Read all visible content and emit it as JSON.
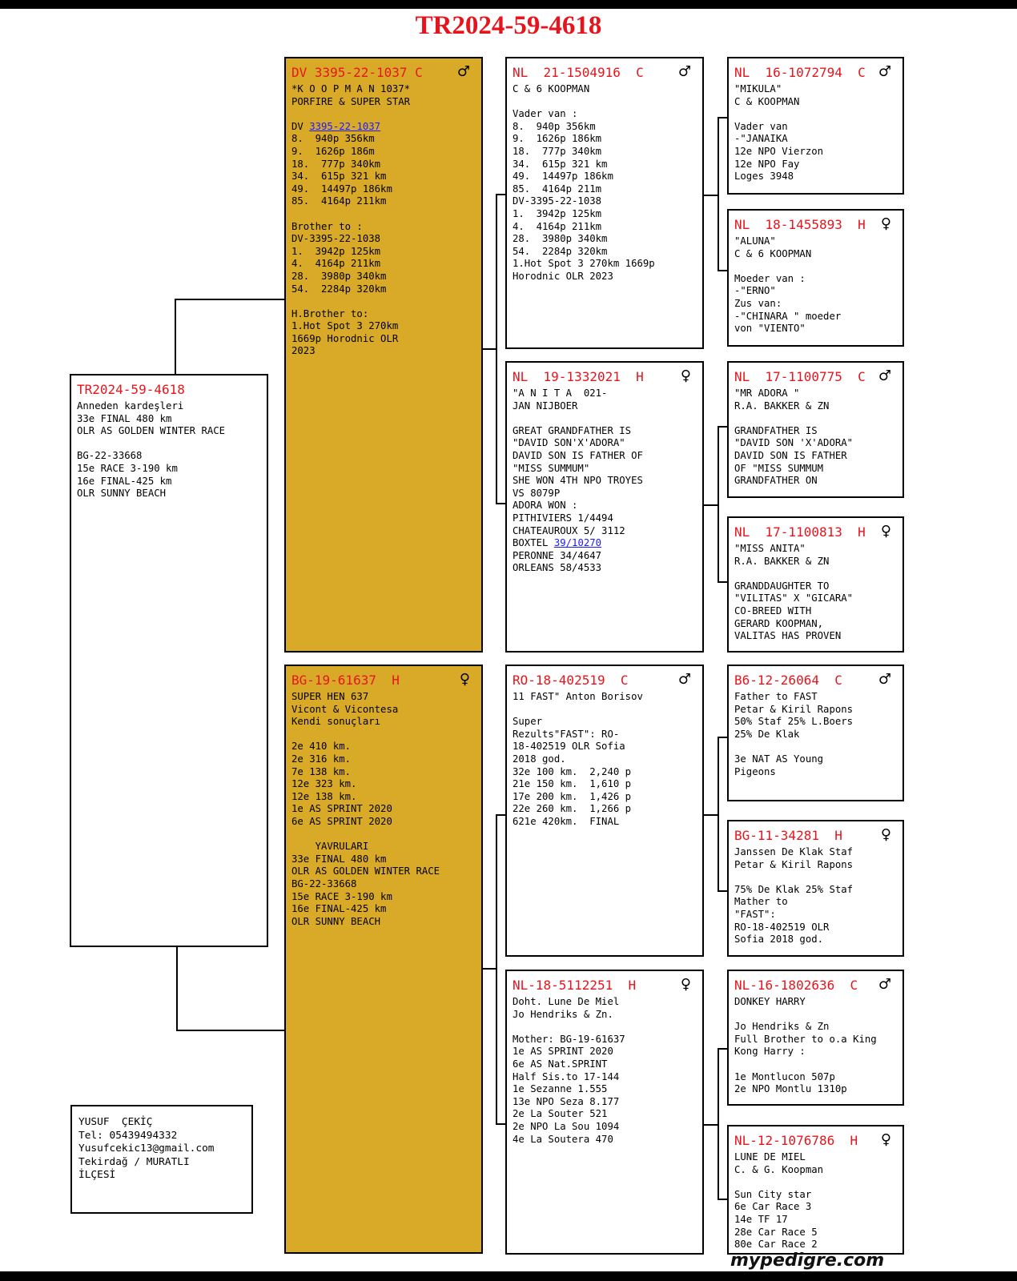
{
  "page_title": "TR2024-59-4618",
  "footer": "mypedigre.com",
  "colors": {
    "id_red": "#e8141c",
    "gold": "#d9aa27",
    "link_blue": "#1a1aff"
  },
  "subject": {
    "id": "TR2024-59-4618",
    "lines": [
      "Anneden kardeşleri",
      "33e FINAL 480 km",
      "OLR AS GOLDEN WINTER RACE",
      "",
      "BG-22-33668",
      "15e RACE 3-190 km",
      "16e FINAL-425 km",
      "OLR SUNNY BEACH"
    ]
  },
  "contact": {
    "lines": [
      "YUSUF  ÇEKİÇ",
      "Tel: 05439494332",
      "Yusufcekic13@gmail.com",
      "Tekirdağ / MURATLI",
      "İLÇESİ"
    ]
  },
  "sire": {
    "id": "DV 3395-22-1037 C",
    "sex": "♂",
    "lines": [
      "*K O O P M A N 1037*",
      "PORFIRE & SUPER STAR",
      "",
      "DV 3395-22-1037",
      "8.  940p 356km",
      "9.  1626p 186m",
      "18.  777p 340km",
      "34.  615p 321 km",
      "49.  14497p 186km",
      "85.  4164p 211km",
      "",
      "Brother to :",
      "DV-3395-22-1038",
      "1.  3942p 125km",
      "4.  4164p 211km",
      "28.  3980p 340km",
      "54.  2284p 320km",
      "",
      "H.Brother to:",
      "1.Hot Spot 3 270km",
      "1669p Horodnic OLR",
      "2023"
    ]
  },
  "dam": {
    "id": "BG-19-61637  H",
    "sex": "♀",
    "lines": [
      "SUPER HEN 637",
      "Vicont & Vicontesa",
      "Kendi sonuçları",
      "",
      "2e 410 km.",
      "2e 316 km.",
      "7e 138 km.",
      "12e 323 km.",
      "12e 138 km.",
      "1e AS SPRINT 2020",
      "6e AS SPRINT 2020",
      "",
      "    YAVRULARI",
      "33e FINAL 480 km",
      "OLR AS GOLDEN WINTER RACE",
      "BG-22-33668",
      "15e RACE 3-190 km",
      "16e FINAL-425 km",
      "OLR SUNNY BEACH"
    ]
  },
  "ss": {
    "id": "NL  21-1504916  C",
    "sex": "♂",
    "lines": [
      "C & 6 KOOPMAN",
      "",
      "Vader van :",
      "8.  940p 356km",
      "9.  1626p 186km",
      "18.  777p 340km",
      "34.  615p 321 km",
      "49.  14497p 186km",
      "85.  4164p 211m",
      "DV-3395-22-1038",
      "1.  3942p 125km",
      "4.  4164p 211km",
      "28.  3980p 340km",
      "54.  2284p 320km",
      "1.Hot Spot 3 270km 1669p",
      "Horodnic OLR 2023"
    ]
  },
  "sd": {
    "id": "NL  19-1332021  H",
    "sex": "♀",
    "lines": [
      "\"A N I T A  021-",
      "JAN NIJBOER",
      "",
      "GREAT GRANDFATHER IS",
      "\"DAVID SON'X'ADORA\"",
      "DAVID SON IS FATHER OF",
      "\"MISS SUMMUM\"",
      "SHE WON 4TH NPO TROYES",
      "VS 8079P",
      "ADORA WON :",
      "PITHIVIERS 1/4494",
      "CHATEAUROUX 5/ 3112",
      "BOXTEL 39/10270",
      "PERONNE 34/4647",
      "ORLEANS 58/4533"
    ]
  },
  "ds": {
    "id": "RO-18-402519  C",
    "sex": "♂",
    "lines": [
      "11 FAST\" Anton Borisov",
      "",
      "Super",
      "Rezults\"FAST\": RO-",
      "18-402519 OLR Sofia",
      "2018 god.",
      "32e 100 km.  2,240 p",
      "21e 150 km.  1,610 p",
      "17e 200 km.  1,426 p",
      "22e 260 km.  1,266 p",
      "621e 420km.  FINAL"
    ]
  },
  "dd": {
    "id": "NL-18-5112251  H",
    "sex": "♀",
    "lines": [
      "Doht. Lune De Miel",
      "Jo Hendriks & Zn.",
      "",
      "Mother: BG-19-61637",
      "1e AS SPRINT 2020",
      "6e AS Nat.SPRINT",
      "Half Sis.to 17-144",
      "1e Sezanne 1.555",
      "13e NPO Seza 8.177",
      "2e La Souter 521",
      "2e NPO La Sou 1094",
      "4e La Soutera 470"
    ]
  },
  "sss": {
    "id": "NL  16-1072794  C",
    "sex": "♂",
    "lines": [
      "\"MIKULA\"",
      "C & KOOPMAN",
      "",
      "Vader van",
      "-\"JANAIKA",
      "12e NPO Vierzon",
      "12e NPO Fay",
      "Loges 3948"
    ]
  },
  "ssd": {
    "id": "NL  18-1455893  H",
    "sex": "♀",
    "lines": [
      "\"ALUNA\"",
      "C & 6 KOOPMAN",
      "",
      "Moeder van :",
      "-\"ERNO\"",
      "Zus van:",
      "-\"CHINARA \" moeder",
      "von \"VIENTO\""
    ]
  },
  "sds": {
    "id": "NL  17-1100775  C",
    "sex": "♂",
    "lines": [
      "\"MR ADORA \"",
      "R.A. BAKKER & ZN",
      "",
      "GRANDFATHER IS",
      "\"DAVID SON 'X'ADORA\"",
      "DAVID SON IS FATHER",
      "OF \"MISS SUMMUM",
      "GRANDFATHER ON"
    ]
  },
  "sdd": {
    "id": "NL  17-1100813  H",
    "sex": "♀",
    "lines": [
      "\"MISS ANITA\"",
      "R.A. BAKKER & ZN",
      "",
      "GRANDDAUGHTER TO",
      "\"VILITAS\" X \"GICARA\"",
      "CO-BREED WITH",
      "GERARD KOOPMAN,",
      "VALITAS HAS PROVEN"
    ]
  },
  "dss": {
    "id": "B6-12-26064  C",
    "sex": "♂",
    "lines": [
      "Father to FAST",
      "Petar & Kiril Rapons",
      "50% Staf 25% L.Boers",
      "25% De Klak",
      "",
      "3e NAT AS Young",
      "Pigeons"
    ]
  },
  "dsd": {
    "id": "BG-11-34281  H",
    "sex": "♀",
    "lines": [
      "Janssen De Klak Staf",
      "Petar & Kiril Rapons",
      "",
      "75% De Klak 25% Staf",
      "Mather to",
      "\"FAST\":",
      "RO-18-402519 OLR",
      "Sofia 2018 god."
    ]
  },
  "dds": {
    "id": "NL-16-1802636  C",
    "sex": "♂",
    "lines": [
      "DONKEY HARRY",
      "",
      "Jo Hendriks & Zn",
      "Full Brother to o.a King",
      "Kong Harry :",
      "",
      "1e Montlucon 507p",
      "2e NPO Montlu 1310p"
    ]
  },
  "ddd": {
    "id": "NL-12-1076786  H",
    "sex": "♀",
    "lines": [
      "LUNE DE MIEL",
      "C. & G. Koopman",
      "",
      "Sun City star",
      "6e Car Race 3",
      "14e TF 17",
      "28e Car Race 5",
      "80e Car Race 2"
    ]
  }
}
